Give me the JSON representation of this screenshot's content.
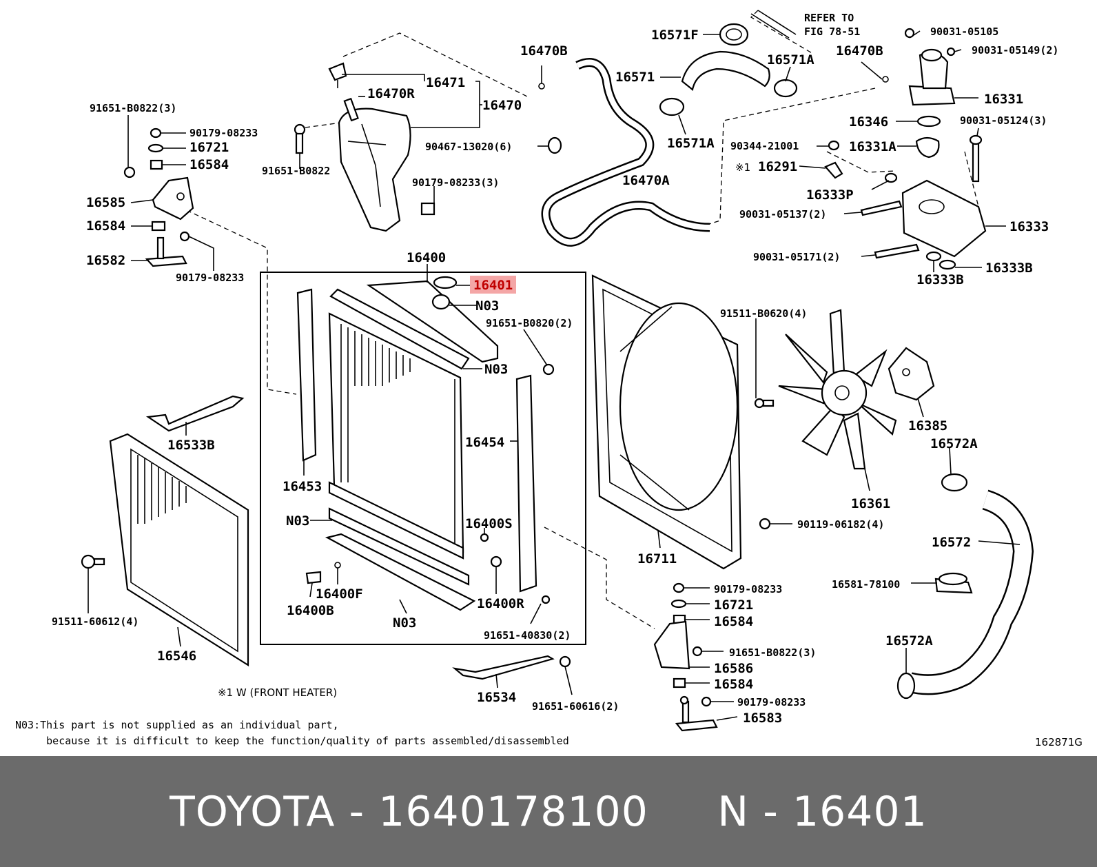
{
  "diagram": {
    "part_labels": {
      "p91651_b0822_3_tl": "91651-B0822(3)",
      "p90179_08233_tl": "90179-08233",
      "p16721_tl": "16721",
      "p16584_tl1": "16584",
      "p16585": "16585",
      "p16584_tl2": "16584",
      "p16582": "16582",
      "p90179_08233_tl2": "90179-08233",
      "p16471": "16471",
      "p16470r": "16470R",
      "p16470": "16470",
      "p91651_b0822": "91651-B0822",
      "p90467_13020": "90467-13020(6)",
      "p90179_08233_3": "90179-08233(3)",
      "p16470b_top": "16470B",
      "p16571f": "16571F",
      "p16571": "16571",
      "p16571a_1": "16571A",
      "p16571a_2": "16571A",
      "p16470a": "16470A",
      "refer_to": "REFER TO",
      "fig_ref": "FIG 78-51",
      "p16470b_right": "16470B",
      "p90031_05105": "90031-05105",
      "p90031_05149": "90031-05149(2)",
      "p16331": "16331",
      "p16346": "16346",
      "p90031_05124": "90031-05124(3)",
      "p90344_21001": "90344-21001",
      "p16331a": "16331A",
      "p16291": "16291",
      "p16291_mark": "※1",
      "p16333p": "16333P",
      "p90031_05137": "90031-05137(2)",
      "p16333": "16333",
      "p90031_05171": "90031-05171(2)",
      "p16333b_1": "16333B",
      "p16333b_2": "16333B",
      "p16400": "16400",
      "p16401": "16401",
      "n03_cap": "N03",
      "p91651_b0820": "91651-B0820(2)",
      "n03_top": "N03",
      "p16454": "16454",
      "p16453": "16453",
      "n03_left": "N03",
      "p16400s": "16400S",
      "p16400f": "16400F",
      "p16400b": "16400B",
      "p16400r": "16400R",
      "n03_bottom": "N03",
      "p91651_40830": "91651-40830(2)",
      "p16533b": "16533B",
      "p91511_60612": "91511-60612(4)",
      "p16546": "16546",
      "p16534": "16534",
      "p91651_60616": "91651-60616(2)",
      "p91511_b0620": "91511-B0620(4)",
      "p16385": "16385",
      "p16572a_top": "16572A",
      "p16361": "16361",
      "p90119_06182": "90119-06182(4)",
      "p16711": "16711",
      "p16572": "16572",
      "p16581_78100": "16581-78100",
      "p90179_08233_br": "90179-08233",
      "p16721_br": "16721",
      "p16584_br1": "16584",
      "p91651_b0822_3_br": "91651-B0822(3)",
      "p16586": "16586",
      "p16584_br2": "16584",
      "p90179_08233_br2": "90179-08233",
      "p16583": "16583",
      "p16572a_bottom": "16572A"
    },
    "highlight_color": "#f4a6a6",
    "footnote_heater": "※1 W (FRONT HEATER)",
    "note_line1": "N03:This part is not supplied as an individual part,",
    "note_line2": "     because it is difficult to keep the function/quality of parts assembled/disassembled",
    "figure_id": "162871G"
  },
  "caption": {
    "text": "TOYOTA - 1640178100     N - 16401"
  }
}
